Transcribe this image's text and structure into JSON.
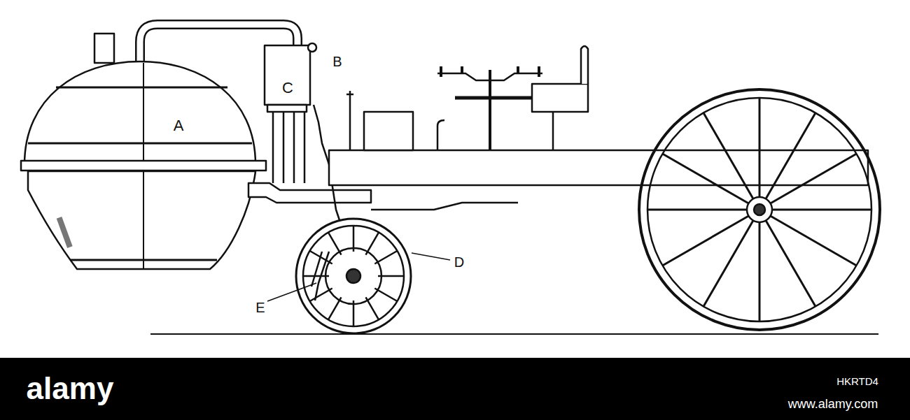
{
  "diagram": {
    "labels": [
      "A",
      "B",
      "C",
      "D",
      "E",
      "alamy",
      "HKRTD4",
      "www.alamy.com"
    ]
  }
}
